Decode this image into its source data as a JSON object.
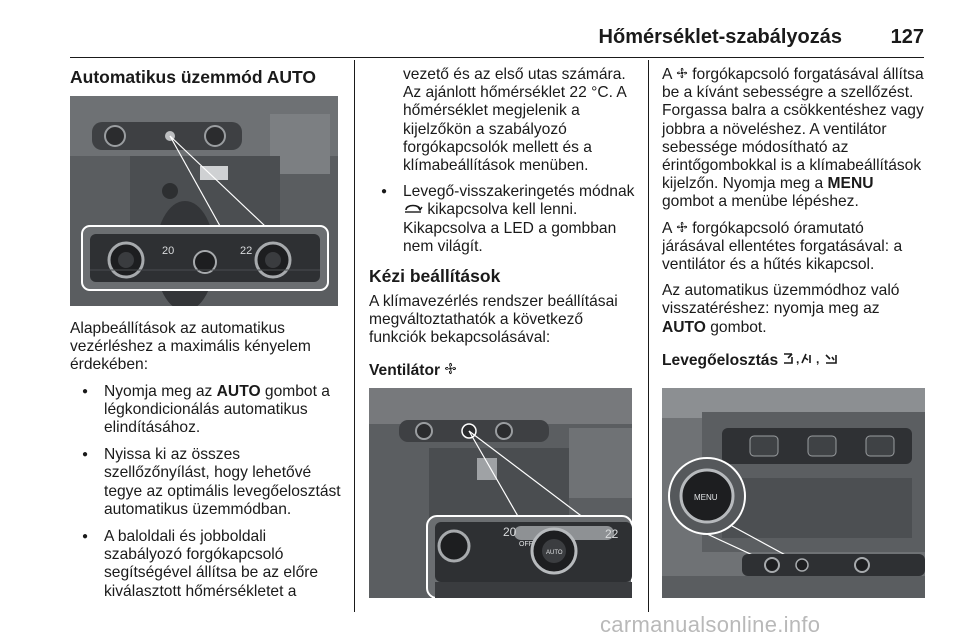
{
  "header": {
    "title": "Hőmérséklet-szabályozás",
    "page_number": "127"
  },
  "col1": {
    "heading": "Automatikus üzemmód AUTO",
    "figure": {
      "display_left": "20",
      "display_right": "22"
    },
    "intro": "Alapbeállítások az automatikus vezérléshez a maximális kényelem érdekében:",
    "bullet1_a": "Nyomja meg az ",
    "bullet1_key": "AUTO",
    "bullet1_b": " gombot a légkondicionálás automatikus elindításához.",
    "bullet2": "Nyissa ki az összes szellőzőnyílást, hogy lehetővé tegye az optimális levegőelosztást automatikus üzemmódban.",
    "bullet3": "A baloldali és jobboldali szabályozó forgókapcsoló segítségével állítsa be az előre kiválasztott hőmérsékletet a"
  },
  "col2": {
    "bullet3_cont": "vezető és az első utas számára. Az ajánlott hőmérséklet 22 °C. A hőmérséklet megjelenik a kijelzőkön a szabályozó forgókapcsolók mellett és a klímabeállítások menüben.",
    "bullet4_a": "Levegő-visszakeringetés módnak ",
    "bullet4_b": " kikapcsolva kell lenni. Kikapcsolva a LED a gombban nem világít.",
    "heading": "Kézi beállítások",
    "para": "A klímavezérlés rendszer beállításai megváltoztathatók a következő funkciók bekapcsolásával:",
    "subheading": "Ventilátor ",
    "figure": {
      "display_left": "20",
      "display_right": "22",
      "off_label": "OFF",
      "knob_label": "AUTO"
    }
  },
  "col3": {
    "p1_a": "A ",
    "p1_b": " forgókapcsoló forgatásával állítsa be a kívánt sebességre a szellőzést. Forgassa balra a csökkentéshez vagy jobbra a növeléshez. A ventilátor sebessége módosítható az érintőgombokkal is a klímabeállítások kijelzőn. Nyomja meg a ",
    "p1_key": "MENU",
    "p1_c": " gombot a menübe lépéshez.",
    "p2_a": "A ",
    "p2_b": " forgókapcsoló óramutató járásával ellentétes forgatásával: a ventilátor és a hűtés kikapcsol.",
    "p3_a": "Az automatikus üzemmódhoz való visszatéréshez: nyomja meg az ",
    "p3_key": "AUTO",
    "p3_b": " gombot.",
    "subheading": "Levegőelosztás ",
    "figure": {
      "knob_label": "MENU"
    }
  },
  "icons": {
    "fan": "fan-icon",
    "recirc": "recirculation-icon",
    "air_dist": "air-distribution-icons"
  },
  "watermark": "carmanualsonline.info"
}
